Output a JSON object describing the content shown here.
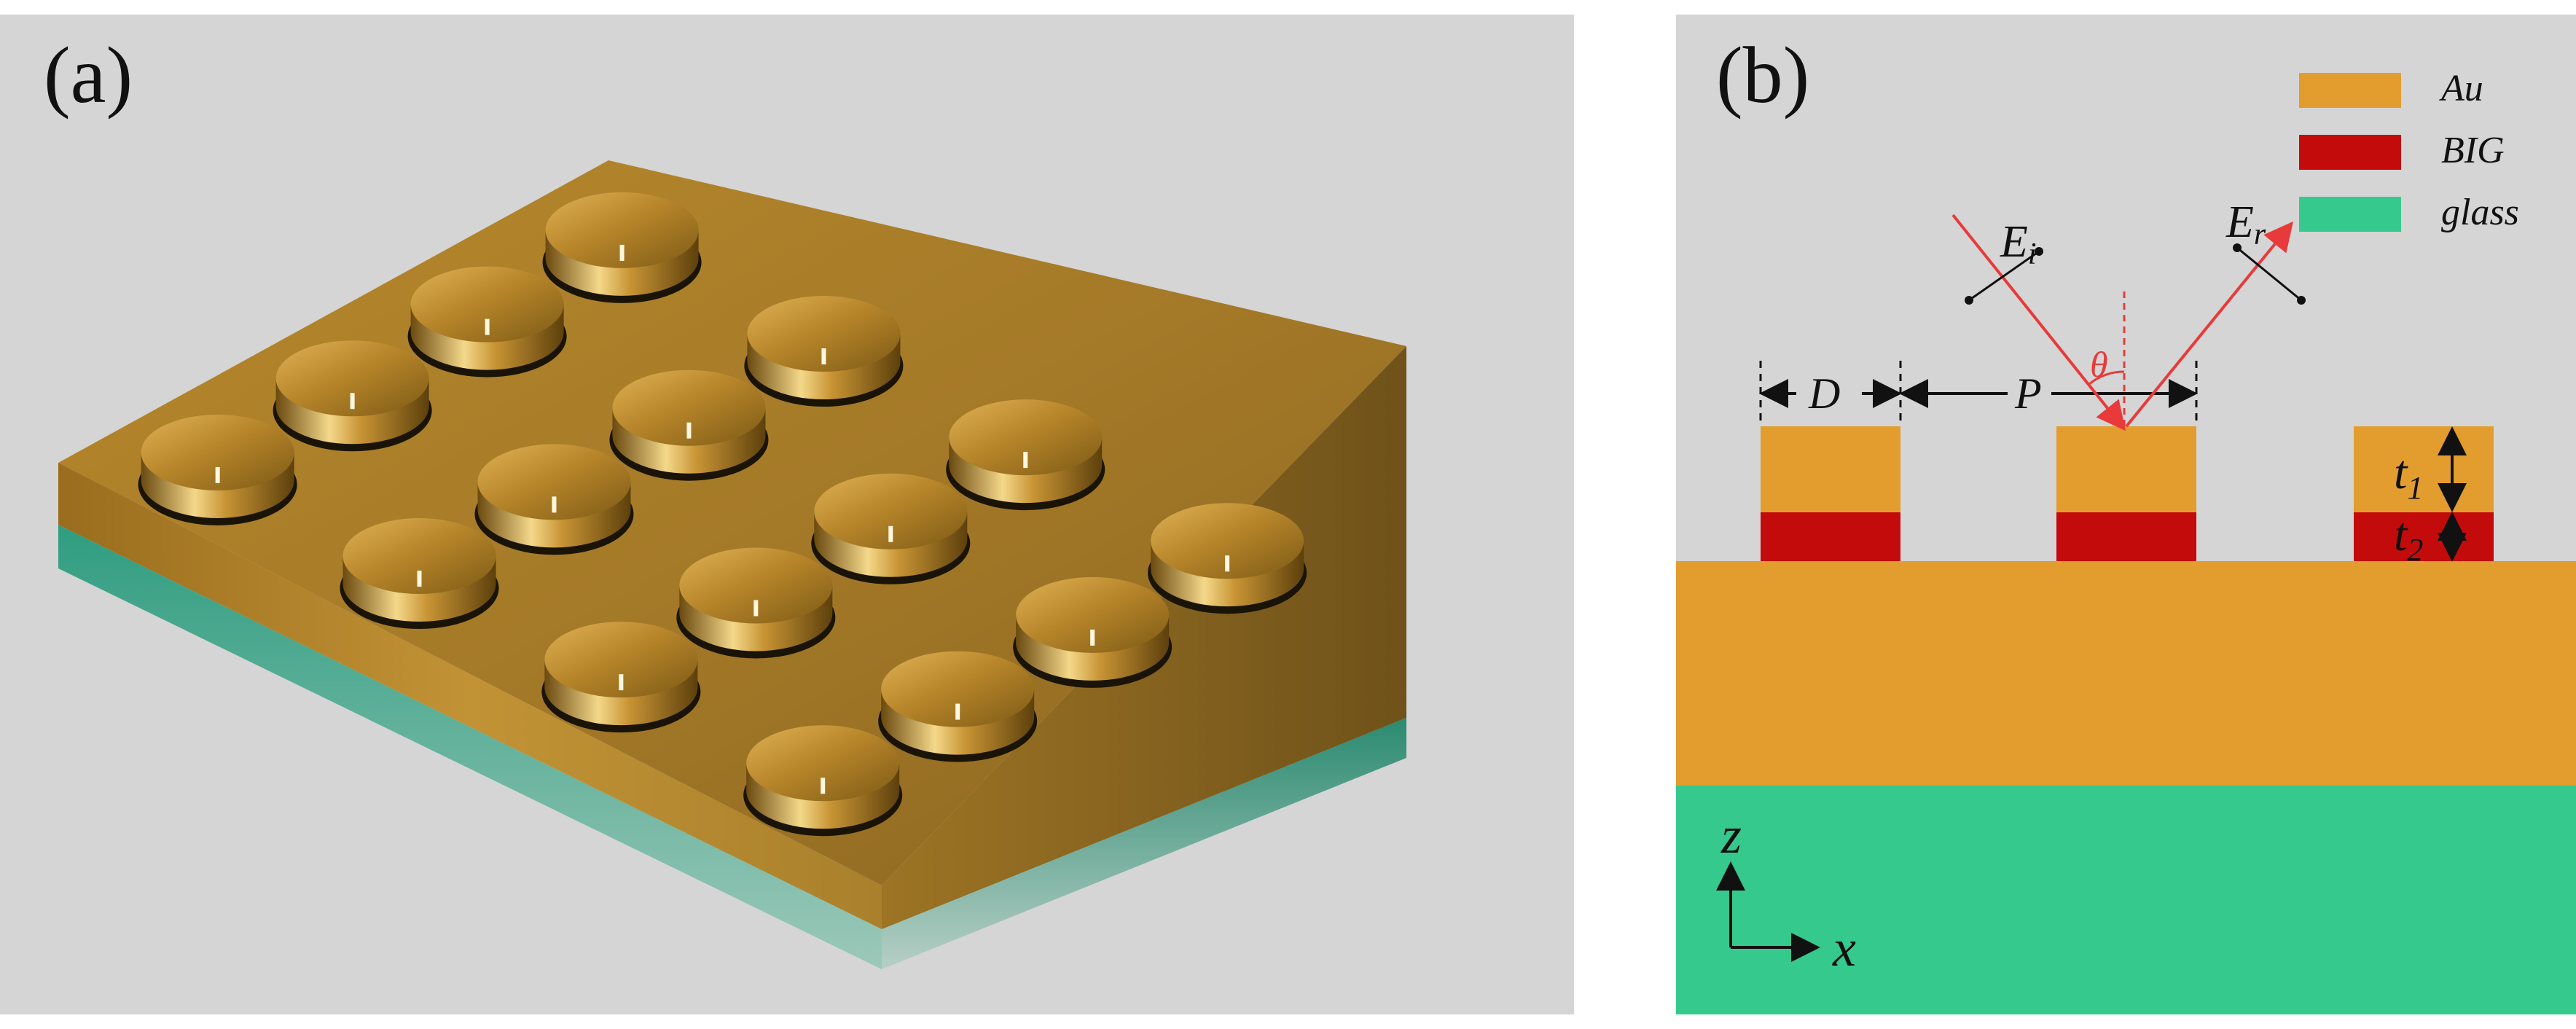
{
  "panel_a": {
    "label": "(a)"
  },
  "panel_b": {
    "label": "(b)",
    "legend": [
      {
        "label": "Au",
        "color": "#e29d2e"
      },
      {
        "label": "BIG",
        "color": "#c40b0b"
      },
      {
        "label": "glass",
        "color": "#36c98e"
      }
    ],
    "incident_label": {
      "main": "E",
      "sub": "i"
    },
    "reflected_label": {
      "main": "E",
      "sub": "r"
    },
    "angle_label": "θ",
    "dimensions": {
      "diameter": "D",
      "period": "P",
      "t1": {
        "main": "t",
        "sub": "1"
      },
      "t2": {
        "main": "t",
        "sub": "2"
      }
    },
    "axes": {
      "z": "z",
      "x": "x"
    }
  },
  "colors": {
    "background": "#d5d5d5",
    "gold": "#e29d2e",
    "big": "#c40b0b",
    "glass": "#36c98e",
    "ray": "#e83a3a"
  }
}
